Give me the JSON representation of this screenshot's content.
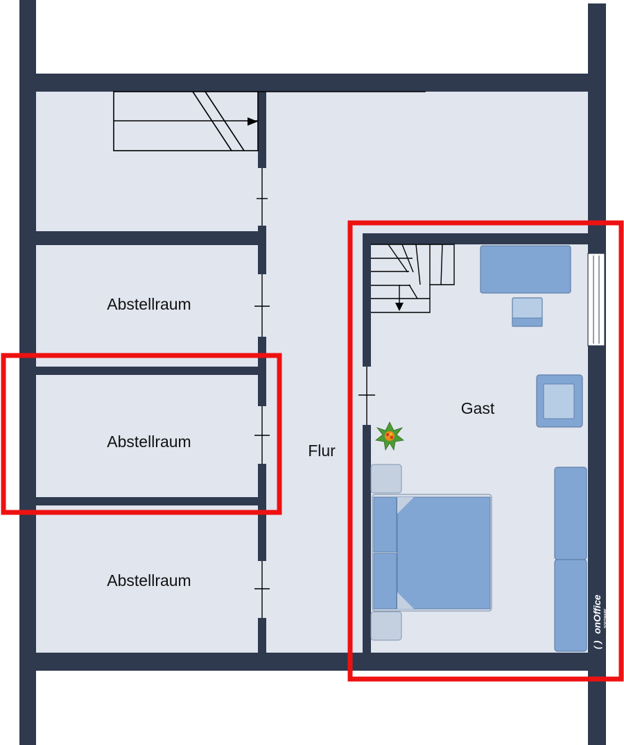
{
  "floorplan": {
    "rooms": {
      "storage_1": "Abstellraum",
      "storage_2": "Abstellraum",
      "storage_3": "Abstellraum",
      "hall": "Flur",
      "guest": "Gast"
    },
    "logo": {
      "name": "onOffice",
      "tagline": "SOFTWARE"
    },
    "highlights": [
      "storage_2",
      "guest"
    ],
    "colors": {
      "wall": "#2f3a4f",
      "floor": "#e1e5ee",
      "furniture": "#82a6d4",
      "furniture_light": "#c4d0e0",
      "highlight": "#ee1111"
    }
  }
}
